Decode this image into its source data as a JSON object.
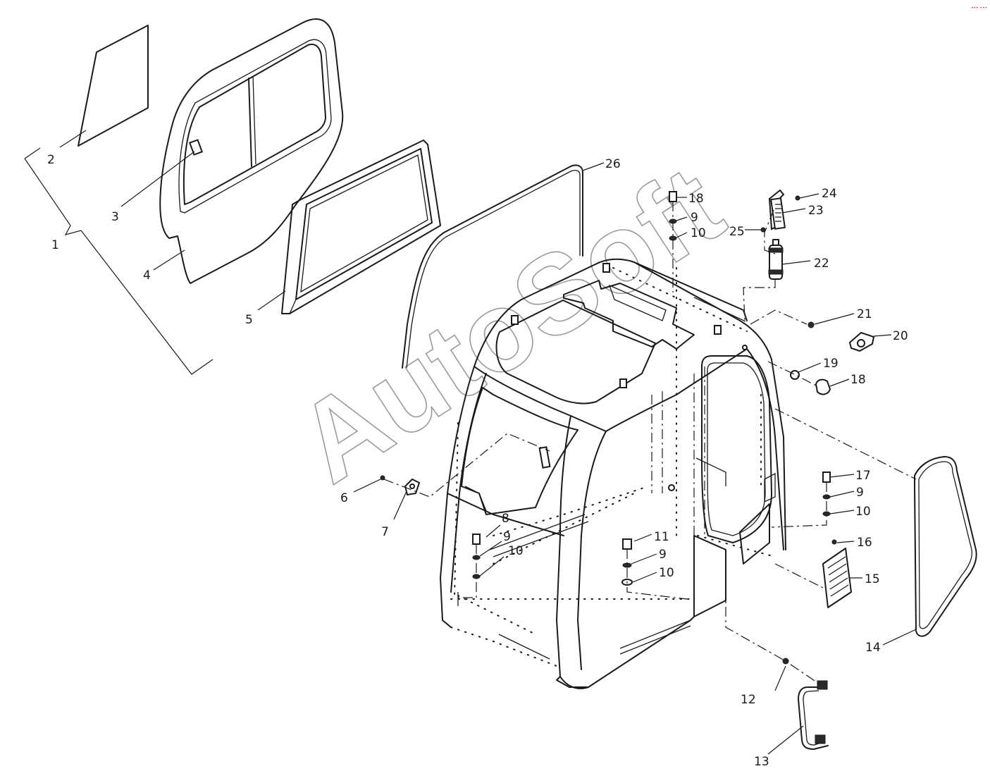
{
  "watermark": "AutoSoft",
  "corner_mark": "••• •••",
  "labels": [
    {
      "id": "1",
      "text": "1"
    },
    {
      "id": "2",
      "text": "2"
    },
    {
      "id": "3",
      "text": "3"
    },
    {
      "id": "4",
      "text": "4"
    },
    {
      "id": "5",
      "text": "5"
    },
    {
      "id": "6",
      "text": "6"
    },
    {
      "id": "7",
      "text": "7"
    },
    {
      "id": "8",
      "text": "8"
    },
    {
      "id": "9a",
      "text": "9"
    },
    {
      "id": "10a",
      "text": "10"
    },
    {
      "id": "11",
      "text": "11"
    },
    {
      "id": "9b",
      "text": "9"
    },
    {
      "id": "10b",
      "text": "10"
    },
    {
      "id": "12",
      "text": "12"
    },
    {
      "id": "13",
      "text": "13"
    },
    {
      "id": "14",
      "text": "14"
    },
    {
      "id": "15",
      "text": "15"
    },
    {
      "id": "16",
      "text": "16"
    },
    {
      "id": "17",
      "text": "17"
    },
    {
      "id": "9c",
      "text": "9"
    },
    {
      "id": "10c",
      "text": "10"
    },
    {
      "id": "18a",
      "text": "18"
    },
    {
      "id": "19",
      "text": "19"
    },
    {
      "id": "20",
      "text": "20"
    },
    {
      "id": "21",
      "text": "21"
    },
    {
      "id": "22",
      "text": "22"
    },
    {
      "id": "23",
      "text": "23"
    },
    {
      "id": "24",
      "text": "24"
    },
    {
      "id": "25",
      "text": "25"
    },
    {
      "id": "18b",
      "text": "18"
    },
    {
      "id": "9d",
      "text": "9"
    },
    {
      "id": "10d",
      "text": "10"
    },
    {
      "id": "26",
      "text": "26"
    }
  ]
}
